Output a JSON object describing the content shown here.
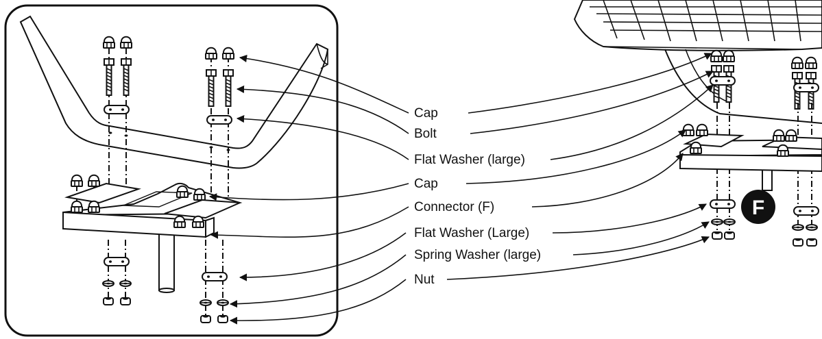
{
  "labels": {
    "cap_upper": "Cap",
    "bolt": "Bolt",
    "flat_washer_large_1": "Flat Washer (large)",
    "cap_lower": "Cap",
    "connector": "Connector (F)",
    "flat_washer_large_2": "Flat Washer (Large)",
    "spring_washer": "Spring Washer (large)",
    "nut": "Nut"
  },
  "badge": {
    "letter": "F",
    "color": "#111111"
  },
  "colors": {
    "line": "#111111",
    "background": "#ffffff"
  }
}
